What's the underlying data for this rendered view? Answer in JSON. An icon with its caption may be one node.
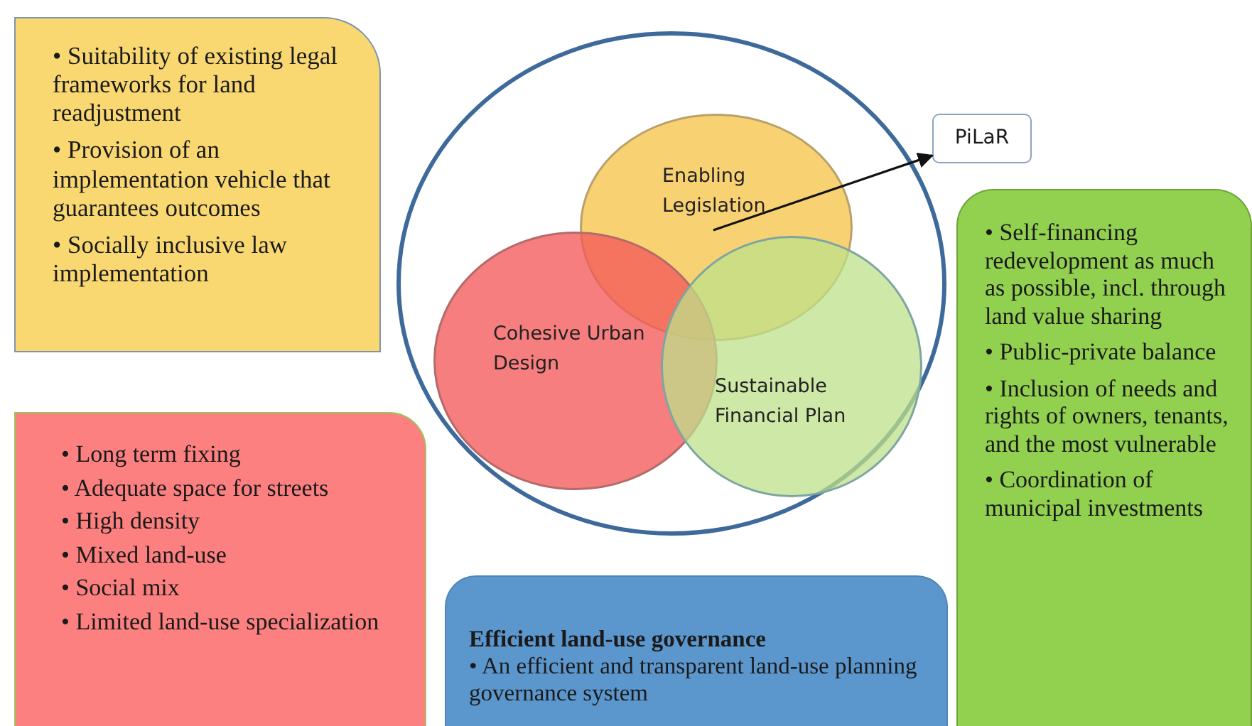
{
  "diagram": {
    "nodes": [
      {
        "text": [
          "• Suitability of existing legal frameworks for land readjustment",
          "• Provision of an implementation vehicle that guarantees outcomes",
          "• Socially inclusive law implementation"
        ]
      },
      {
        "text": [],
        "shape": "circle"
      },
      {
        "text": [
          "Enabling Legislation"
        ],
        "in": 1
      },
      {
        "text": [
          "Cohesive Urban Design"
        ],
        "in": 1
      },
      {
        "text": [
          "Sustainable Financial Plan"
        ],
        "in": 1
      },
      {
        "text": [
          "PiLaR"
        ]
      },
      {
        "text": [
          "• Self-financing redevelopment as much as possible, incl. through land value sharing",
          "• Public-private balance",
          "• Inclusion of needs and rights of owners, tenants, and  the most vulnerable",
          "• Coordination of municipal investments"
        ]
      },
      {
        "text": [
          "• Long term fixing",
          "• Adequate space for streets",
          "• High density",
          "• Mixed land-use",
          "• Social mix",
          "• Limited land-use specialization"
        ]
      },
      {
        "text": [
          "Efficient land-use governance",
          "• An efficient and transparent land-use planning governance system"
        ]
      }
    ],
    "edges": [
      {
        "from": 2,
        "to": 5,
        "arrow": "to"
      }
    ]
  }
}
